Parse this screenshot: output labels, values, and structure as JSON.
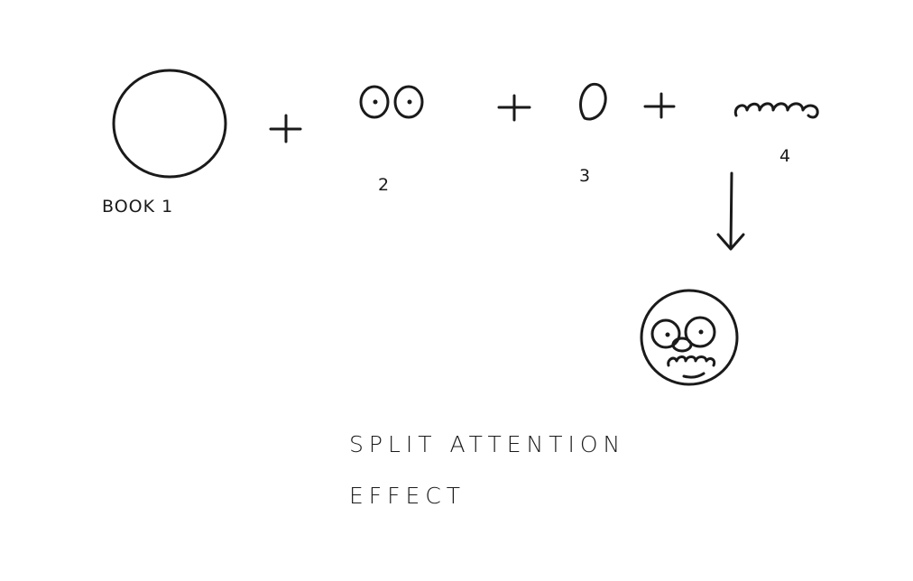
{
  "diagram": {
    "parts": [
      {
        "id": "book",
        "label": "BOOK 1",
        "icon": "face-outline-circle"
      },
      {
        "id": "eyes",
        "label": "2",
        "icon": "eyes-icon"
      },
      {
        "id": "nose",
        "label": "3",
        "icon": "nose-icon"
      },
      {
        "id": "mouth",
        "label": "4",
        "icon": "mouth-icon"
      }
    ],
    "operators": [
      "+",
      "+",
      "+"
    ],
    "result_icon": "assembled-face-icon",
    "caption_line1": "SPLIT ATTENTION",
    "caption_line2": "EFFECT",
    "stroke_color": "#1a1a1a",
    "background_color": "#ffffff"
  }
}
